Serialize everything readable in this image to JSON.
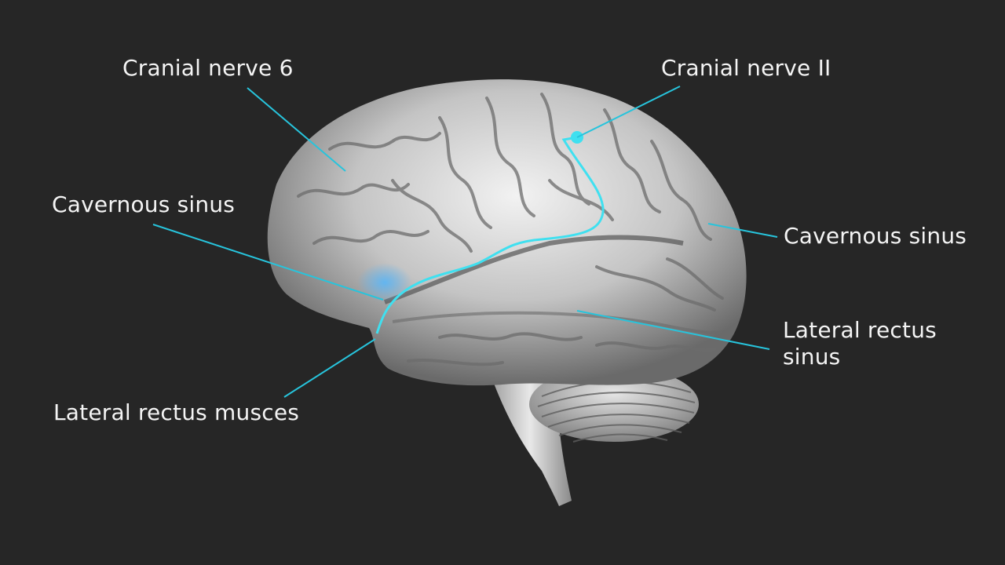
{
  "labels": {
    "cranial_nerve_6": "Cranial nerve 6",
    "cranial_nerve_ii": "Cranial nerve II",
    "cavernous_sinus_left": "Cavernous sinus",
    "cavernous_sinus_right": "Cavernous sinus",
    "lateral_rectus_sinus_line1": "Lateral rectus",
    "lateral_rectus_sinus_line2": "sinus",
    "lateral_rectus_muscles": "Lateral rectus musces"
  },
  "colors": {
    "background": "#262626",
    "leader_line": "#27c4dc",
    "nerve_path": "#3fe0f0",
    "brain_base": "#cfcfcf",
    "brain_shadow": "#6d6d6d"
  }
}
